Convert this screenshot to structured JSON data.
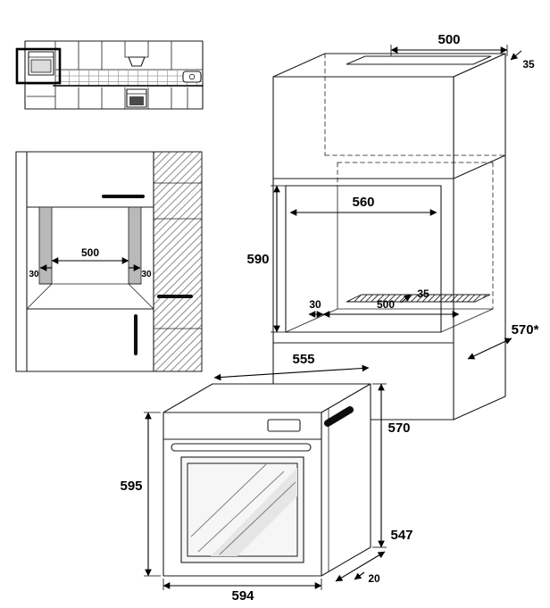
{
  "front_view": {
    "inner_width": "500",
    "wall_left": "30",
    "wall_right": "30"
  },
  "niche_view": {
    "top_vent_width": "500",
    "top_vent_depth": "35",
    "opening_width": "560",
    "opening_height": "590",
    "floor_vent_offset": "30",
    "floor_vent_width": "500",
    "floor_vent_depth": "35",
    "depth": "570*"
  },
  "oven_view": {
    "top_width": "555",
    "side_height": "570",
    "front_height": "595",
    "depth": "547",
    "door_gap": "20",
    "front_width": "594"
  }
}
